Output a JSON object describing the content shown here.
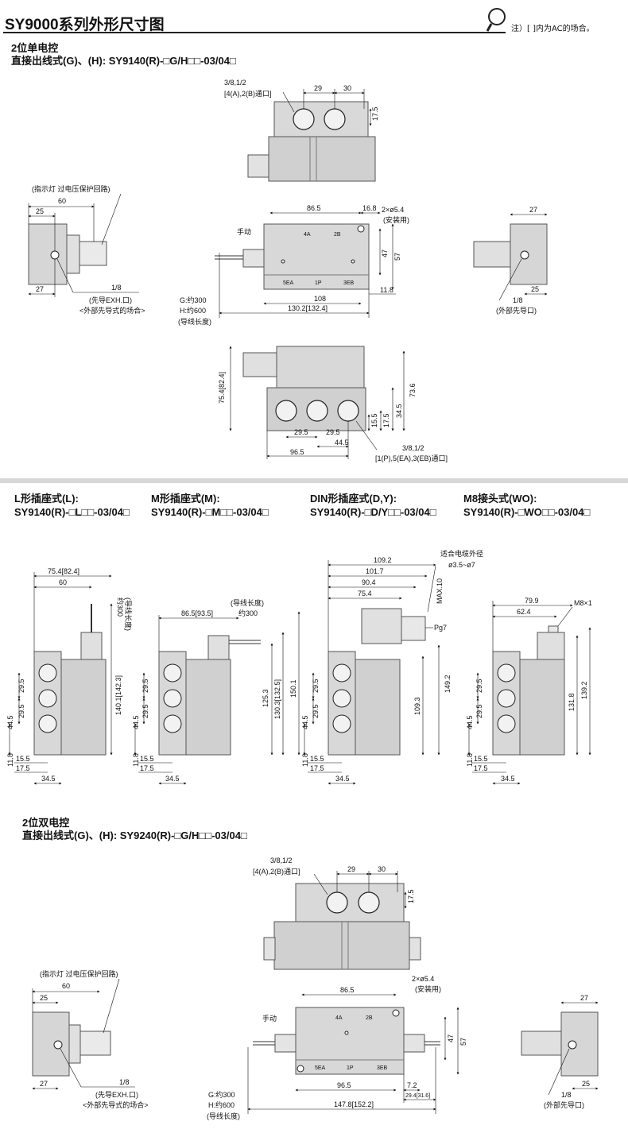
{
  "header": {
    "title": "SY9000系列外形尺寸图",
    "note": "注）[ ]内为AC的场合。",
    "icon": "magnifier-icon"
  },
  "section1": {
    "title": "2位单电控",
    "subtitle": "直接出线式(G)、(H): SY9140(R)-□G/H□□-03/04□"
  },
  "section2": {
    "types": [
      {
        "label": "L形插座式(L):",
        "model": "SY9140(R)-□L□□-03/04□"
      },
      {
        "label": "M形插座式(M):",
        "model": "SY9140(R)-□M□□-03/04□"
      },
      {
        "label": "DIN形插座式(D,Y):",
        "model": "SY9140(R)-□D/Y□□-03/04□"
      },
      {
        "label": "M8接头式(WO):",
        "model": "SY9140(R)-□WO□□-03/04□"
      }
    ]
  },
  "section3": {
    "title": "2位双电控",
    "subtitle": "直接出线式(G)、(H): SY9240(R)-□G/H□□-03/04□"
  },
  "labels": {
    "port_top": "3/8,1/2",
    "port_top2": "[4(A),2(B)通口]",
    "port_bottom": "3/8,1/2",
    "port_bottom2": "[1(P),5(EA),3(EB)通口]",
    "indicator": "(指示灯 过电压保护回路)",
    "pilot_exh": "(先导EXH.口)",
    "pilot_ext_case": "<外部先导式的场合>",
    "pilot_ext": "(外部先导口)",
    "manual": "手动",
    "mount_holes": "2×ø5.4",
    "mount": "(安装用)",
    "lead_g": "G:约300",
    "lead_h": "H:约600",
    "lead_len": "(导线长度)",
    "lead_len2": "(导线长度)",
    "lead_300": "约300",
    "cable_od": "适合电缆外径",
    "cable_range": "ø3.5~ø7",
    "max10": "MAX.10",
    "pg7": "Pg7",
    "m8": "M8×1",
    "npt18": "1/8",
    "port_4a": "4A",
    "port_2b": "2B",
    "port_5ea": "5EA",
    "port_1p": "1P",
    "port_3eb": "3EB"
  },
  "dims": {
    "d29": "29",
    "d30": "30",
    "d17_5": "17.5",
    "d86_5": "86.5",
    "d16_8": "16.8",
    "d60": "60",
    "d25": "25",
    "d27": "27",
    "d47": "47",
    "d57": "57",
    "d11_8": "11.8",
    "d108": "108",
    "d130": "130.2[132.4]",
    "d75_4": "75.4[82.4]",
    "d73_6": "73.6",
    "d34_5": "34.5",
    "d15_5": "15.5",
    "d29_5": "29.5",
    "d44_5": "44.5",
    "d96_5": "96.5",
    "d140": "140.1[142.3]",
    "d86_5b": "86.5[93.5]",
    "d125": "125.3",
    "d130_3": "130.3[132.5]",
    "d109_2": "109.2",
    "d101_7": "101.7",
    "d90_4": "90.4",
    "d75_4b": "75.4",
    "d150_1": "150.1",
    "d109_3": "109.3",
    "d149_2": "149.2",
    "d79_9": "79.9",
    "d62_4": "62.4",
    "d131_8": "131.8",
    "d139_2": "139.2",
    "d7_2": "7.2",
    "d29_4": "29.4[31.6]",
    "d147_8": "147.8[152.2]"
  }
}
